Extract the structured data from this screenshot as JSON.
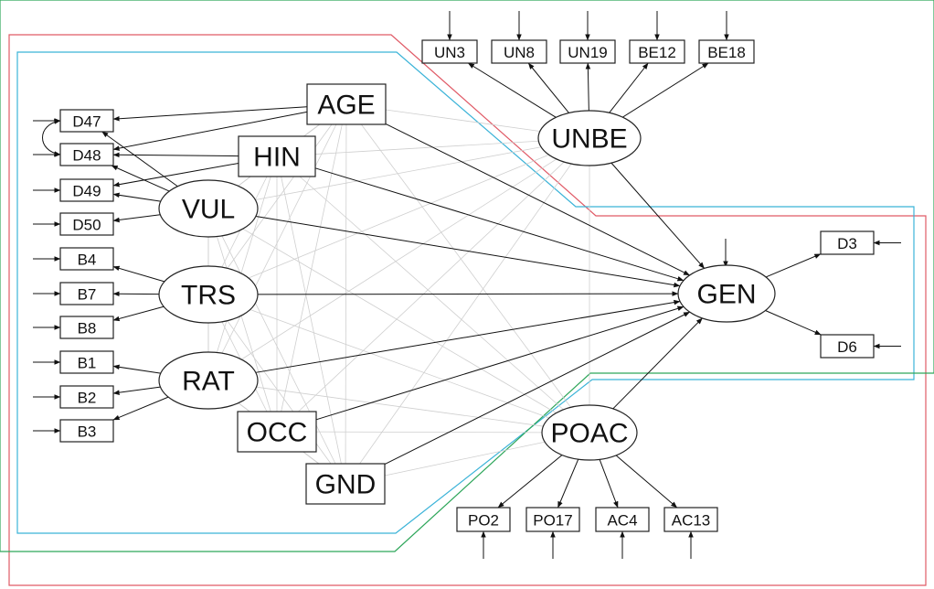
{
  "colors": {
    "group_red": "#e05a66",
    "group_blue": "#3bb3d8",
    "group_green": "#2ea65a",
    "arrow": "#111111",
    "correlation": "#cfcfcf"
  },
  "nodes": [
    {
      "id": "D47",
      "label": "D47",
      "shape": "rect",
      "size": "small"
    },
    {
      "id": "D48",
      "label": "D48",
      "shape": "rect",
      "size": "small"
    },
    {
      "id": "D49",
      "label": "D49",
      "shape": "rect",
      "size": "small"
    },
    {
      "id": "D50",
      "label": "D50",
      "shape": "rect",
      "size": "small"
    },
    {
      "id": "B4",
      "label": "B4",
      "shape": "rect",
      "size": "small"
    },
    {
      "id": "B7",
      "label": "B7",
      "shape": "rect",
      "size": "small"
    },
    {
      "id": "B8",
      "label": "B8",
      "shape": "rect",
      "size": "small"
    },
    {
      "id": "B1",
      "label": "B1",
      "shape": "rect",
      "size": "small"
    },
    {
      "id": "B2",
      "label": "B2",
      "shape": "rect",
      "size": "small"
    },
    {
      "id": "B3",
      "label": "B3",
      "shape": "rect",
      "size": "small"
    },
    {
      "id": "AGE",
      "label": "AGE",
      "shape": "rect",
      "size": "large"
    },
    {
      "id": "HIN",
      "label": "HIN",
      "shape": "rect",
      "size": "large"
    },
    {
      "id": "OCC",
      "label": "OCC",
      "shape": "rect",
      "size": "large"
    },
    {
      "id": "GND",
      "label": "GND",
      "shape": "rect",
      "size": "large"
    },
    {
      "id": "VUL",
      "label": "VUL",
      "shape": "ellipse",
      "size": "large"
    },
    {
      "id": "TRS",
      "label": "TRS",
      "shape": "ellipse",
      "size": "large"
    },
    {
      "id": "RAT",
      "label": "RAT",
      "shape": "ellipse",
      "size": "large"
    },
    {
      "id": "UNBE",
      "label": "UNBE",
      "shape": "ellipse",
      "size": "large"
    },
    {
      "id": "GEN",
      "label": "GEN",
      "shape": "ellipse",
      "size": "large"
    },
    {
      "id": "POAC",
      "label": "POAC",
      "shape": "ellipse",
      "size": "large"
    },
    {
      "id": "UN3",
      "label": "UN3",
      "shape": "rect",
      "size": "small"
    },
    {
      "id": "UN8",
      "label": "UN8",
      "shape": "rect",
      "size": "small"
    },
    {
      "id": "UN19",
      "label": "UN19",
      "shape": "rect",
      "size": "small"
    },
    {
      "id": "BE12",
      "label": "BE12",
      "shape": "rect",
      "size": "small"
    },
    {
      "id": "BE18",
      "label": "BE18",
      "shape": "rect",
      "size": "small"
    },
    {
      "id": "D3",
      "label": "D3",
      "shape": "rect",
      "size": "small"
    },
    {
      "id": "D6",
      "label": "D6",
      "shape": "rect",
      "size": "small"
    },
    {
      "id": "PO2",
      "label": "PO2",
      "shape": "rect",
      "size": "small"
    },
    {
      "id": "PO17",
      "label": "PO17",
      "shape": "rect",
      "size": "small"
    },
    {
      "id": "AC4",
      "label": "AC4",
      "shape": "rect",
      "size": "small"
    },
    {
      "id": "AC13",
      "label": "AC13",
      "shape": "rect",
      "size": "small"
    }
  ],
  "edges": [
    {
      "from": "VUL",
      "to": "D47"
    },
    {
      "from": "VUL",
      "to": "D48"
    },
    {
      "from": "VUL",
      "to": "D49"
    },
    {
      "from": "VUL",
      "to": "D50"
    },
    {
      "from": "TRS",
      "to": "B4"
    },
    {
      "from": "TRS",
      "to": "B7"
    },
    {
      "from": "TRS",
      "to": "B8"
    },
    {
      "from": "RAT",
      "to": "B1"
    },
    {
      "from": "RAT",
      "to": "B2"
    },
    {
      "from": "RAT",
      "to": "B3"
    },
    {
      "from": "AGE",
      "to": "D47"
    },
    {
      "from": "AGE",
      "to": "D48"
    },
    {
      "from": "HIN",
      "to": "D48"
    },
    {
      "from": "HIN",
      "to": "D49"
    },
    {
      "from": "UNBE",
      "to": "UN3"
    },
    {
      "from": "UNBE",
      "to": "UN8"
    },
    {
      "from": "UNBE",
      "to": "UN19"
    },
    {
      "from": "UNBE",
      "to": "BE12"
    },
    {
      "from": "UNBE",
      "to": "BE18"
    },
    {
      "from": "POAC",
      "to": "PO2"
    },
    {
      "from": "POAC",
      "to": "PO17"
    },
    {
      "from": "POAC",
      "to": "AC4"
    },
    {
      "from": "POAC",
      "to": "AC13"
    },
    {
      "from": "GEN",
      "to": "D3"
    },
    {
      "from": "GEN",
      "to": "D6"
    },
    {
      "from": "AGE",
      "to": "GEN"
    },
    {
      "from": "HIN",
      "to": "GEN"
    },
    {
      "from": "VUL",
      "to": "GEN"
    },
    {
      "from": "TRS",
      "to": "GEN"
    },
    {
      "from": "RAT",
      "to": "GEN"
    },
    {
      "from": "OCC",
      "to": "GEN"
    },
    {
      "from": "GND",
      "to": "GEN"
    },
    {
      "from": "UNBE",
      "to": "GEN"
    },
    {
      "from": "POAC",
      "to": "GEN"
    }
  ],
  "correlated_errors": [
    {
      "between": [
        "D47",
        "D48"
      ]
    }
  ],
  "error_terms": [
    "D47",
    "D48",
    "D49",
    "D50",
    "B4",
    "B7",
    "B8",
    "B1",
    "B2",
    "B3",
    "UN3",
    "UN8",
    "UN19",
    "BE12",
    "BE18",
    "D3",
    "D6",
    "PO2",
    "PO17",
    "AC4",
    "AC13",
    "GEN"
  ],
  "covariances": [
    [
      "AGE",
      "HIN"
    ],
    [
      "AGE",
      "VUL"
    ],
    [
      "AGE",
      "TRS"
    ],
    [
      "AGE",
      "RAT"
    ],
    [
      "AGE",
      "OCC"
    ],
    [
      "AGE",
      "GND"
    ],
    [
      "AGE",
      "UNBE"
    ],
    [
      "AGE",
      "POAC"
    ],
    [
      "HIN",
      "VUL"
    ],
    [
      "HIN",
      "TRS"
    ],
    [
      "HIN",
      "RAT"
    ],
    [
      "HIN",
      "OCC"
    ],
    [
      "HIN",
      "GND"
    ],
    [
      "HIN",
      "UNBE"
    ],
    [
      "HIN",
      "POAC"
    ],
    [
      "VUL",
      "TRS"
    ],
    [
      "VUL",
      "RAT"
    ],
    [
      "VUL",
      "OCC"
    ],
    [
      "VUL",
      "GND"
    ],
    [
      "VUL",
      "UNBE"
    ],
    [
      "VUL",
      "POAC"
    ],
    [
      "TRS",
      "RAT"
    ],
    [
      "TRS",
      "OCC"
    ],
    [
      "TRS",
      "GND"
    ],
    [
      "TRS",
      "UNBE"
    ],
    [
      "TRS",
      "POAC"
    ],
    [
      "RAT",
      "OCC"
    ],
    [
      "RAT",
      "GND"
    ],
    [
      "RAT",
      "UNBE"
    ],
    [
      "RAT",
      "POAC"
    ],
    [
      "OCC",
      "GND"
    ],
    [
      "OCC",
      "UNBE"
    ],
    [
      "OCC",
      "POAC"
    ],
    [
      "GND",
      "UNBE"
    ],
    [
      "GND",
      "POAC"
    ],
    [
      "UNBE",
      "POAC"
    ]
  ],
  "groups": [
    {
      "id": "red",
      "color_key": "group_red"
    },
    {
      "id": "blue",
      "color_key": "group_blue"
    },
    {
      "id": "green",
      "color_key": "group_green"
    }
  ]
}
